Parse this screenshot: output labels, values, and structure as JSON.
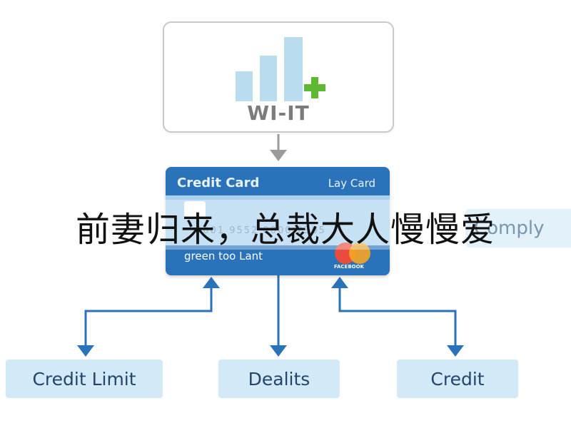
{
  "top_box": {
    "logo_text": "WI-IT",
    "icon": "bar-chart-plus-icon"
  },
  "card": {
    "title": "Credit Card",
    "type_label": "Lay Card",
    "number": "5001 9552 0000 2305",
    "holder": "green too Lant",
    "brand_text": "FACEBOOK",
    "brand_icon": "mastercard-icon"
  },
  "overlay": {
    "title": "前妻归来，总裁大人慢慢爱",
    "comply_label": "Comply"
  },
  "bottom_boxes": {
    "left": "Credit Limit",
    "center": "Dealits",
    "right": "Credit"
  },
  "colors": {
    "card_blue": "#2a72b9",
    "band_light": "#a9d1ee",
    "arrow_blue": "#2a72b9",
    "box_fill": "#d2e9f8",
    "grey_arrow": "#9b9b9b",
    "bar_fill": "#b9dcef",
    "plus_green": "#5fb834"
  }
}
